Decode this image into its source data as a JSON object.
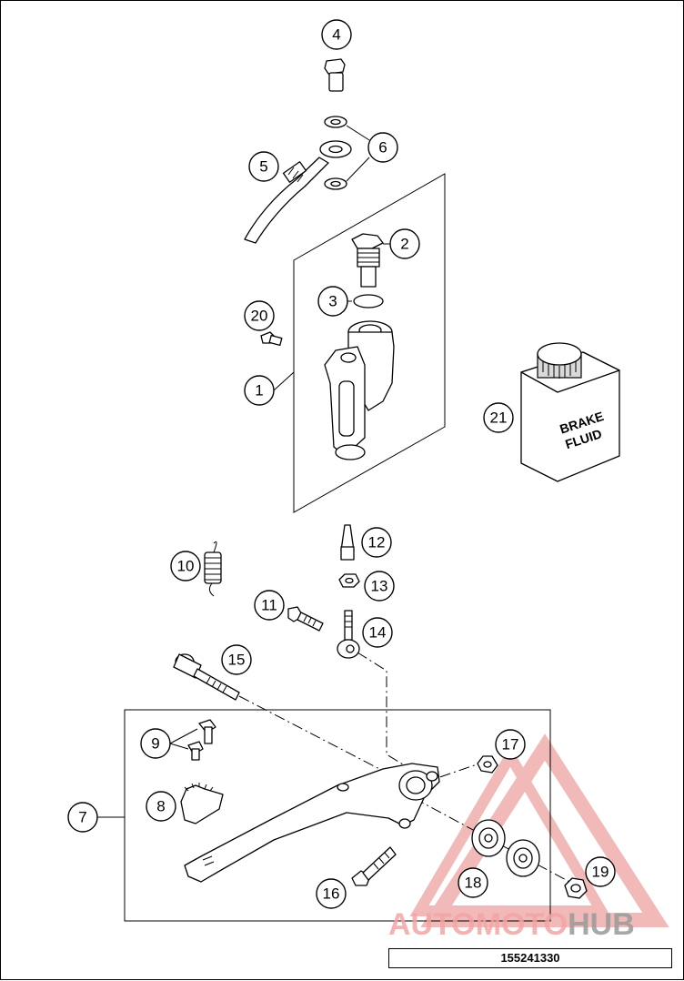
{
  "callouts": [
    "4",
    "6",
    "5",
    "2",
    "3",
    "20",
    "1",
    "21",
    "12",
    "10",
    "13",
    "11",
    "14",
    "15",
    "17",
    "9",
    "7",
    "8",
    "16",
    "18",
    "19"
  ],
  "bottle": {
    "line1": "BRAKE",
    "line2": "FLUID"
  },
  "watermark": {
    "part1": "AUTO",
    "part2": "MOTO",
    "part3": "HUB",
    "color_primary": "#f2a6a6",
    "color_hub": "#9a9a9a"
  },
  "drawing_number": "155241330"
}
